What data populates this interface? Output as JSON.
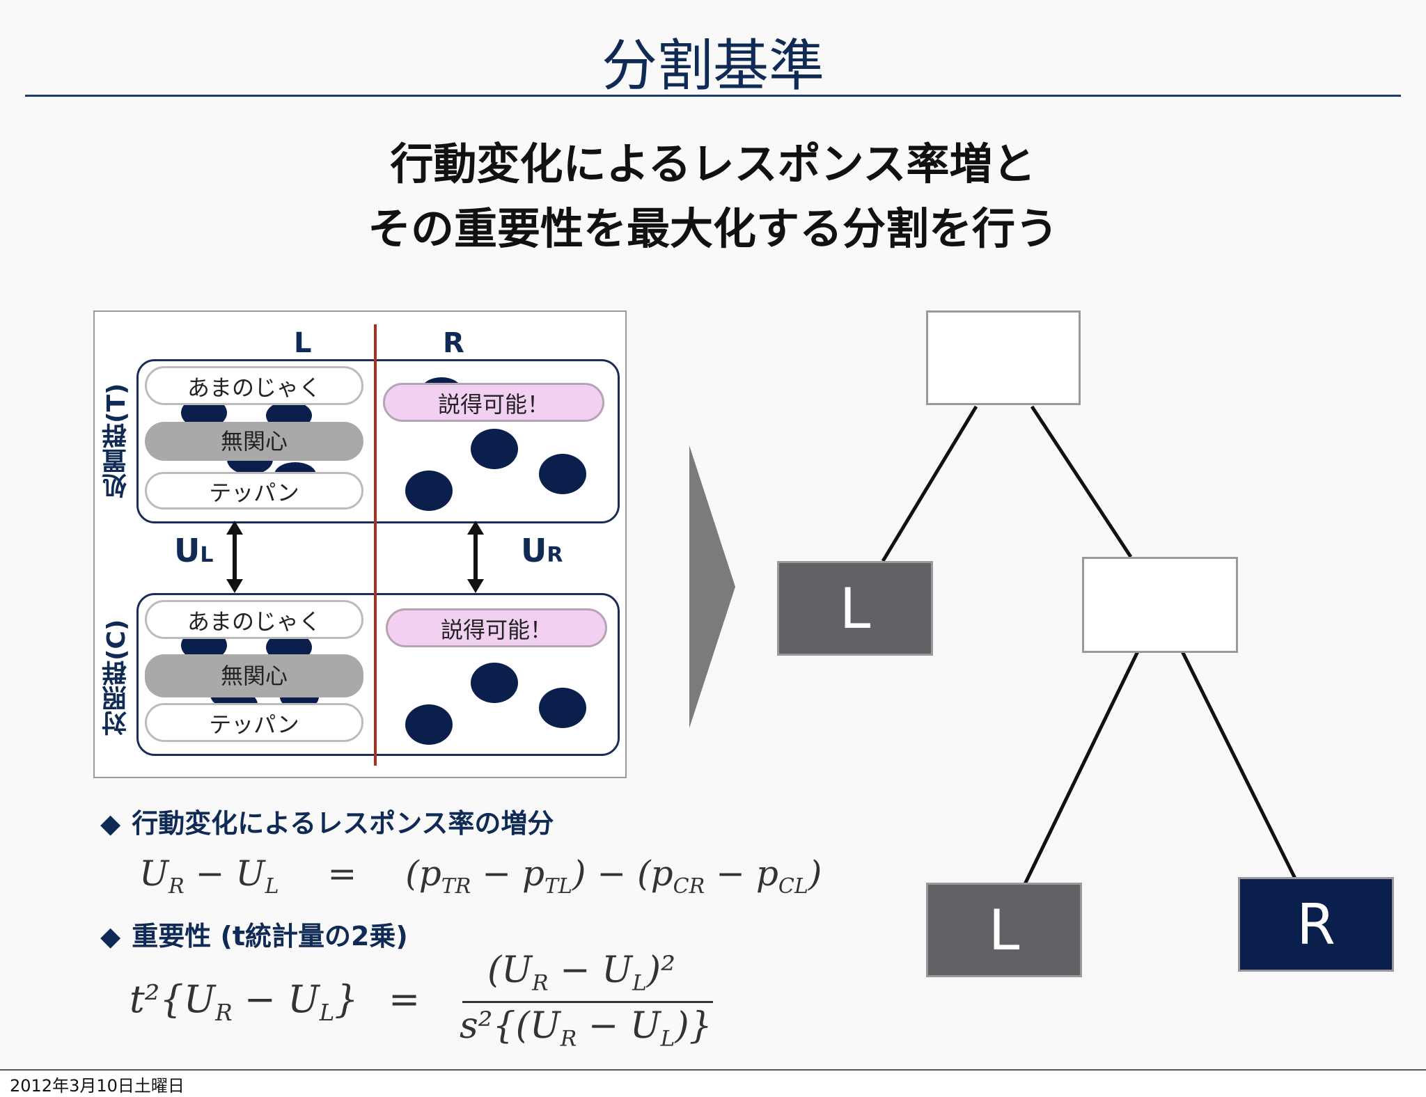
{
  "slide": {
    "title": "分割基準",
    "subtitle_line1": "行動変化によるレスポンス率増と",
    "subtitle_line2": "その重要性を最大化する分割を行う"
  },
  "panel": {
    "col_L": "L",
    "col_R": "R",
    "treatment_label": "処置群(T)",
    "control_label": "対照群(C)",
    "pill_amanojaku": "あまのじゃく",
    "pill_mukanshin": "無関心",
    "pill_teppan": "テッパン",
    "pill_persuadable": "説得可能！",
    "u_left_main": "U",
    "u_left_sub": "L",
    "u_right_main": "U",
    "u_right_sub": "R"
  },
  "tree": {
    "leaf_left_top": "L",
    "leaf_left_bottom": "L",
    "leaf_right_bottom": "R"
  },
  "bullets": {
    "b1": "行動変化によるレスポンス率の増分",
    "b2": "重要性 (t統計量の2乗)",
    "diamond": "◆"
  },
  "formulas": {
    "f1_lhs_main1": "U",
    "f1_lhs_sub1": "R",
    "f1_minus": " − ",
    "f1_lhs_main2": "U",
    "f1_lhs_sub2": "L",
    "f1_eq": "=",
    "f1_rhs": "(p",
    "f1_rhs_sub1": "TR",
    "f1_rhs_mid1": " − p",
    "f1_rhs_sub2": "TL",
    "f1_rhs_mid2": ") − (p",
    "f1_rhs_sub3": "CR",
    "f1_rhs_mid3": " − p",
    "f1_rhs_sub4": "CL",
    "f1_rhs_end": ")",
    "f2_lhs": "t²{U",
    "f2_lhs_sub1": "R",
    "f2_lhs_mid": " − U",
    "f2_lhs_sub2": "L",
    "f2_lhs_end": "}",
    "f2_eq": "=",
    "f2_num": "(U",
    "f2_num_sub1": "R",
    "f2_num_mid": " − U",
    "f2_num_sub2": "L",
    "f2_num_end": ")²",
    "f2_den": "s²{(U",
    "f2_den_sub1": "R",
    "f2_den_mid": " − U",
    "f2_den_sub2": "L",
    "f2_den_end": ")}"
  },
  "footer": {
    "date": "2012年3月10日土曜日"
  },
  "colors": {
    "navy": "#0b1f4d",
    "title_blue": "#0f2a55",
    "divider_red": "#a83220",
    "pink": "#f2d0f2",
    "node_gray": "#636166"
  }
}
